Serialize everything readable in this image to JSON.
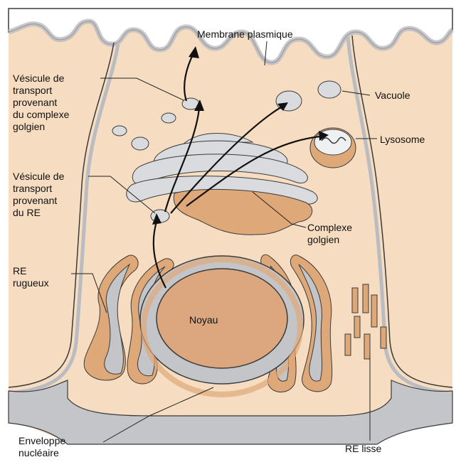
{
  "labels": {
    "membrane_plasmique": "Membrane plasmique",
    "vesicule_golgi": "Vésicule de\ntransport\nprovenant\ndu complexe\ngolgien",
    "vacuole": "Vacuole",
    "lysosome": "Lysosome",
    "vesicule_re": "Vésicule de\ntransport\nprovenant\ndu RE",
    "complexe_golgien": "Complexe\ngolgien",
    "re_rugueux": "RE\nrugueux",
    "noyau": "Noyau",
    "enveloppe_nucleaire": "Enveloppe\nnucléaire",
    "re_lisse": "RE lisse"
  },
  "colors": {
    "cytoplasm": "#f6dcc0",
    "organelle_fill": "#dfa878",
    "membrane_grey": "#b9bcc0",
    "nucleus": "#dca77e",
    "outline": "#3b3b3b"
  }
}
